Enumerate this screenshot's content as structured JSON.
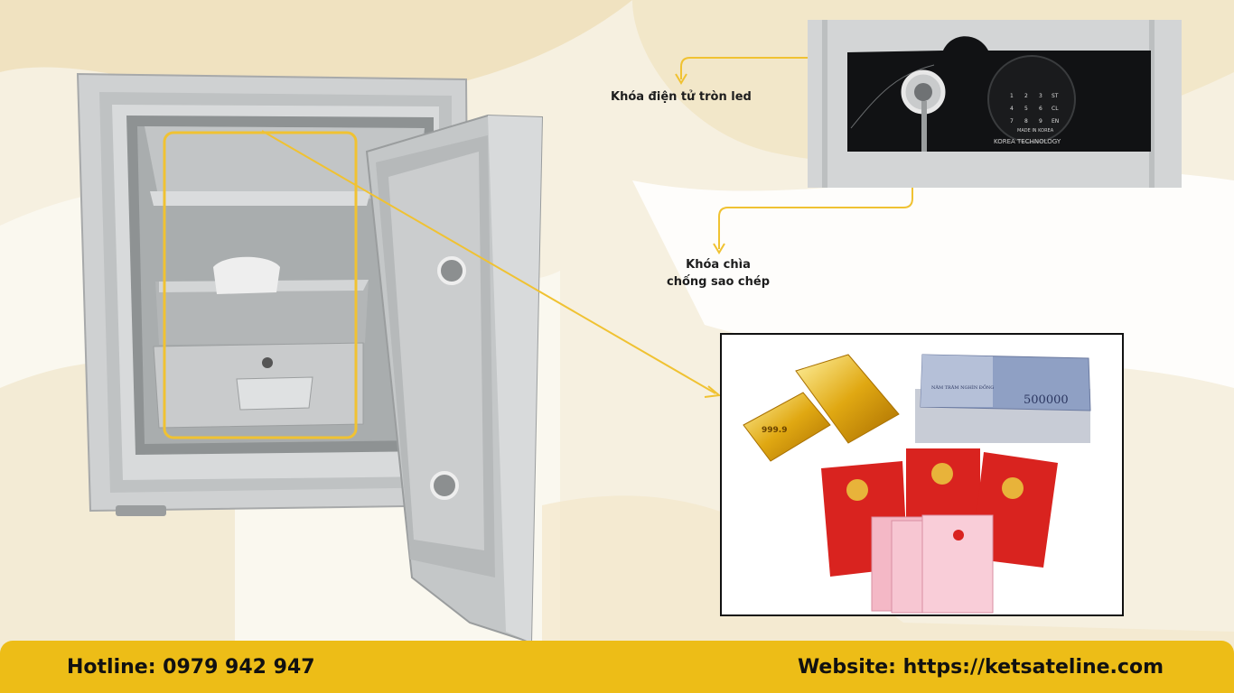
{
  "callouts": {
    "electronic_lock": "Khóa điện tử tròn led",
    "key_lock_line1": "Khóa chìa",
    "key_lock_line2": "chống sao chép"
  },
  "lock_panel": {
    "brand_text": "KOREA TECHNOLOGY",
    "made_in": "MADE IN KOREA",
    "keypad": [
      "1",
      "2",
      "3",
      "ST",
      "4",
      "5",
      "6",
      "CL",
      "7",
      "8",
      "9",
      "EN"
    ]
  },
  "valuables": {
    "gold_stamp": "999.9",
    "banknote_value": "500000",
    "banknote_words": "NĂM TRĂM NGHÌN ĐỒNG"
  },
  "footer": {
    "hotline": "Hotline: 0979 942 947",
    "website": "Website: https://ketsateline.com"
  },
  "colors": {
    "accent_yellow": "#edbd17",
    "callout_line": "#f0c232",
    "safe_grey": "#c9cbcc",
    "document_red": "#d9231f",
    "document_pink": "#f4b8c6"
  }
}
